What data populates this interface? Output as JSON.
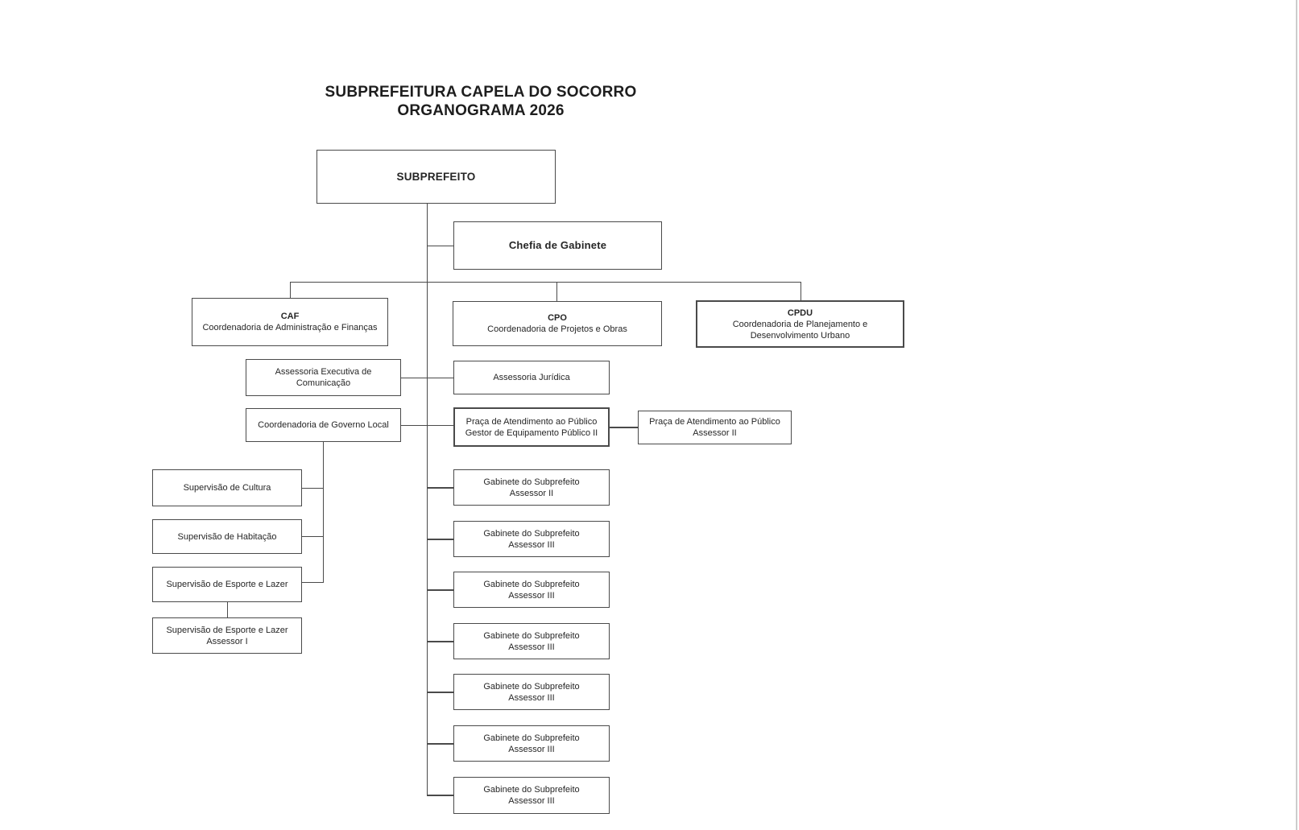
{
  "colors": {
    "line": "#4a4a4a",
    "box_border": "#4a4a4a",
    "text": "#262626",
    "page_edge": "#cccccc"
  },
  "title": {
    "line1": "SUBPREFEITURA CAPELA DO SOCORRO",
    "line2": "ORGANOGRAMA 2026"
  },
  "nodes": {
    "subprefeito": {
      "lines": [
        "SUBPREFEITO"
      ]
    },
    "chefia": {
      "lines": [
        "Chefia de Gabinete"
      ]
    },
    "caf": {
      "lines": [
        "CAF",
        "Coordenadoria de Administração e Finanças"
      ]
    },
    "cpo": {
      "lines": [
        "CPO",
        "Coordenadoria de Projetos e Obras"
      ]
    },
    "cpdu": {
      "lines": [
        "CPDU",
        "Coordenadoria de Planejamento e",
        "Desenvolvimento Urbano"
      ]
    },
    "assessoria_comunicacao": {
      "lines": [
        "Assessoria Executiva de",
        "Comunicação"
      ]
    },
    "assessoria_juridica": {
      "lines": [
        "Assessoria Jurídica"
      ]
    },
    "governo_local": {
      "lines": [
        "Coordenadoria de Governo Local"
      ]
    },
    "praca_gestor": {
      "lines": [
        "Praça de Atendimento ao Público",
        "Gestor de Equipamento Público II"
      ]
    },
    "praca_assessor2": {
      "lines": [
        "Praça de Atendimento ao Público",
        "Assessor II"
      ]
    },
    "sup_cultura": {
      "lines": [
        "Supervisão de Cultura"
      ]
    },
    "sup_habitacao": {
      "lines": [
        "Supervisão de Habitação"
      ]
    },
    "sup_esporte": {
      "lines": [
        "Supervisão de Esporte e Lazer"
      ]
    },
    "sup_esporte_assessor1": {
      "lines": [
        "Supervisão de Esporte e Lazer",
        "Assessor I"
      ]
    },
    "gab1": {
      "lines": [
        "Gabinete do Subprefeito",
        "Assessor II"
      ]
    },
    "gab2": {
      "lines": [
        "Gabinete do Subprefeito",
        "Assessor III"
      ]
    },
    "gab3": {
      "lines": [
        "Gabinete do Subprefeito",
        "Assessor III"
      ]
    },
    "gab4": {
      "lines": [
        "Gabinete do Subprefeito",
        "Assessor III"
      ]
    },
    "gab5": {
      "lines": [
        "Gabinete do Subprefeito",
        "Assessor III"
      ]
    },
    "gab6": {
      "lines": [
        "Gabinete do Subprefeito",
        "Assessor III"
      ]
    },
    "gab7": {
      "lines": [
        "Gabinete do Subprefeito",
        "Assessor III"
      ]
    }
  }
}
